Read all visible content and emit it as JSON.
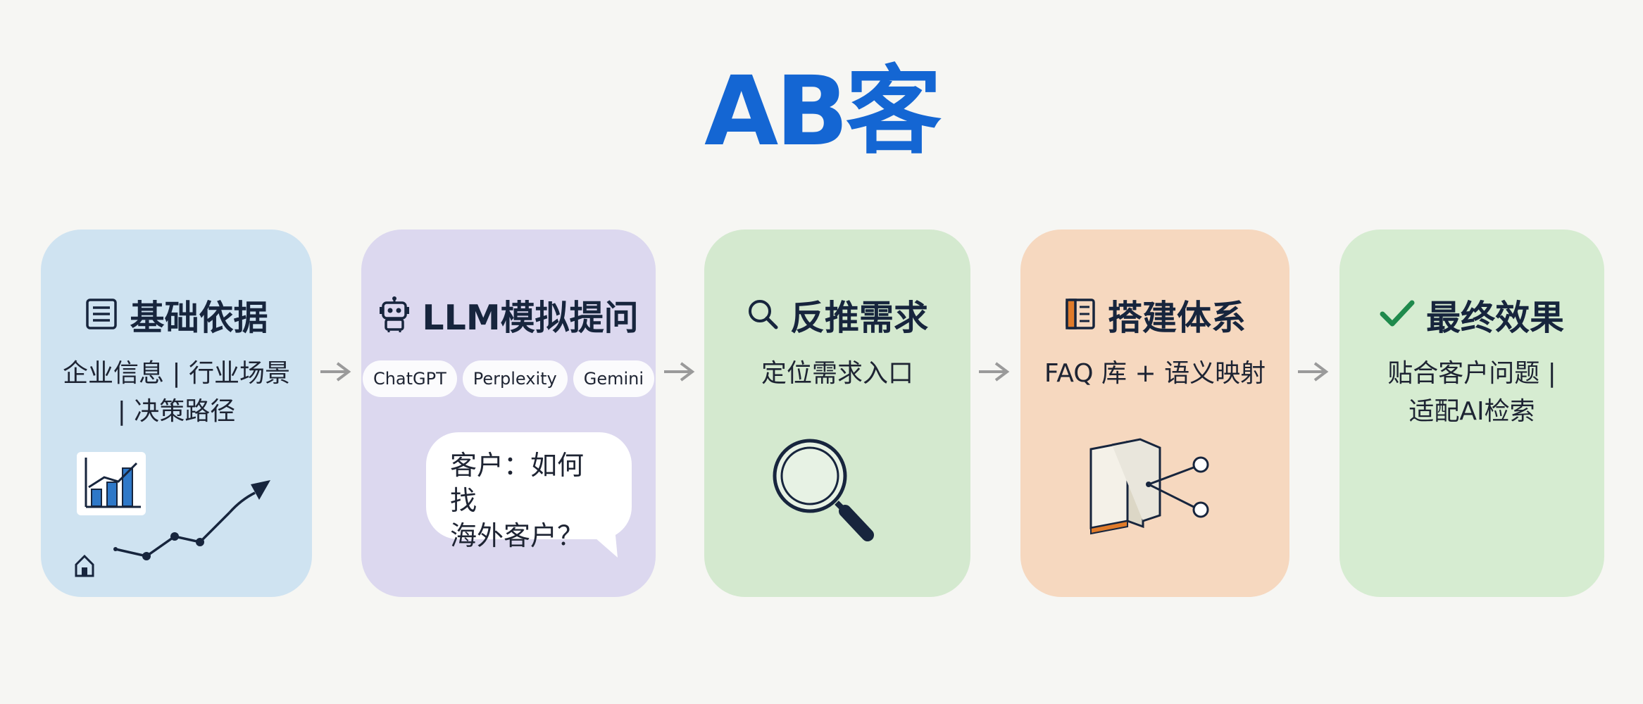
{
  "title": "AB客",
  "colors": {
    "title": "#1466d3",
    "card1": "#cfe3f1",
    "card2": "#dcd8ef",
    "card3": "#d4e9cf",
    "card4": "#f6d8bf",
    "card5": "#d6ecd1",
    "arrow": "#9a9a9a",
    "check": "#1f8a4c"
  },
  "steps": [
    {
      "title": "基础依据",
      "icon": "document-icon",
      "desc_lines": [
        "企业信息 | 行业场景",
        "| 决策路径"
      ],
      "illustration": "growth-chart-icon"
    },
    {
      "title": "LLM模拟提问",
      "icon": "robot-icon",
      "pills": [
        "ChatGPT",
        "Perplexity",
        "Gemini"
      ],
      "bubble_lines": [
        "客户：如何找",
        "海外客户？"
      ]
    },
    {
      "title": "反推需求",
      "icon": "search-icon",
      "desc_lines": [
        "定位需求入口"
      ],
      "illustration": "magnifier-icon"
    },
    {
      "title": "搭建体系",
      "icon": "book-icon",
      "desc_lines": [
        "FAQ 库 + 语义映射"
      ],
      "illustration": "books-network-icon"
    },
    {
      "title": "最终效果",
      "icon": "check-icon",
      "desc_lines": [
        "贴合客户问题 |",
        "适配AI检索"
      ]
    }
  ]
}
